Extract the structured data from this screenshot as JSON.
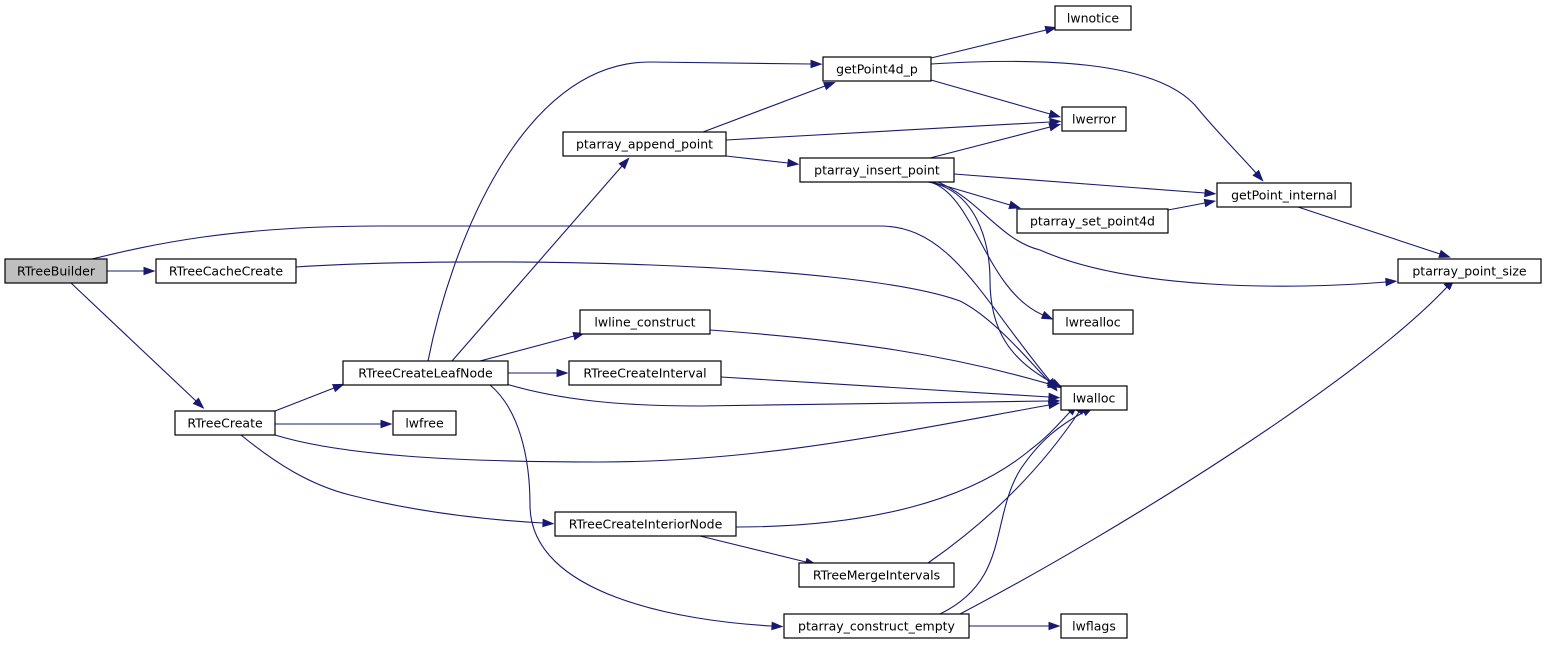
{
  "graph": {
    "colors": {
      "edge": "#191970",
      "node_fill": "#ffffff",
      "root_fill": "#bfbfbf",
      "node_border": "#000000"
    },
    "nodes": {
      "RTreeBuilder": "RTreeBuilder",
      "RTreeCacheCreate": "RTreeCacheCreate",
      "RTreeCreate": "RTreeCreate",
      "RTreeCreateLeafNode": "RTreeCreateLeafNode",
      "lwfree": "lwfree",
      "ptarray_append_point": "ptarray_append_point",
      "lwline_construct": "lwline_construct",
      "RTreeCreateInterval": "RTreeCreateInterval",
      "RTreeCreateInteriorNode": "RTreeCreateInteriorNode",
      "getPoint4d_p": "getPoint4d_p",
      "ptarray_insert_point": "ptarray_insert_point",
      "RTreeMergeIntervals": "RTreeMergeIntervals",
      "ptarray_construct_empty": "ptarray_construct_empty",
      "lwnotice": "lwnotice",
      "lwerror": "lwerror",
      "ptarray_set_point4d": "ptarray_set_point4d",
      "lwrealloc": "lwrealloc",
      "lwalloc": "lwalloc",
      "lwflags": "lwflags",
      "getPoint_internal": "getPoint_internal",
      "ptarray_point_size": "ptarray_point_size"
    },
    "edges": [
      [
        "RTreeBuilder",
        "RTreeCacheCreate"
      ],
      [
        "RTreeBuilder",
        "RTreeCreate"
      ],
      [
        "RTreeBuilder",
        "lwalloc"
      ],
      [
        "RTreeCacheCreate",
        "lwalloc"
      ],
      [
        "RTreeCreate",
        "RTreeCreateLeafNode"
      ],
      [
        "RTreeCreate",
        "lwfree"
      ],
      [
        "RTreeCreate",
        "lwalloc"
      ],
      [
        "RTreeCreate",
        "RTreeCreateInteriorNode"
      ],
      [
        "RTreeCreateLeafNode",
        "getPoint4d_p"
      ],
      [
        "RTreeCreateLeafNode",
        "ptarray_append_point"
      ],
      [
        "RTreeCreateLeafNode",
        "lwline_construct"
      ],
      [
        "RTreeCreateLeafNode",
        "RTreeCreateInterval"
      ],
      [
        "RTreeCreateLeafNode",
        "lwalloc"
      ],
      [
        "RTreeCreateLeafNode",
        "ptarray_construct_empty"
      ],
      [
        "ptarray_append_point",
        "getPoint4d_p"
      ],
      [
        "ptarray_append_point",
        "lwerror"
      ],
      [
        "ptarray_append_point",
        "ptarray_insert_point"
      ],
      [
        "getPoint4d_p",
        "lwnotice"
      ],
      [
        "getPoint4d_p",
        "lwerror"
      ],
      [
        "getPoint4d_p",
        "getPoint_internal"
      ],
      [
        "ptarray_insert_point",
        "lwerror"
      ],
      [
        "ptarray_insert_point",
        "getPoint_internal"
      ],
      [
        "ptarray_insert_point",
        "ptarray_set_point4d"
      ],
      [
        "ptarray_insert_point",
        "ptarray_point_size"
      ],
      [
        "ptarray_insert_point",
        "lwrealloc"
      ],
      [
        "ptarray_insert_point",
        "lwalloc"
      ],
      [
        "ptarray_set_point4d",
        "getPoint_internal"
      ],
      [
        "getPoint_internal",
        "ptarray_point_size"
      ],
      [
        "lwline_construct",
        "lwalloc"
      ],
      [
        "RTreeCreateInterval",
        "lwalloc"
      ],
      [
        "RTreeCreateInteriorNode",
        "lwalloc"
      ],
      [
        "RTreeCreateInteriorNode",
        "RTreeMergeIntervals"
      ],
      [
        "RTreeMergeIntervals",
        "lwalloc"
      ],
      [
        "ptarray_construct_empty",
        "lwalloc"
      ],
      [
        "ptarray_construct_empty",
        "lwflags"
      ],
      [
        "ptarray_construct_empty",
        "ptarray_point_size"
      ]
    ]
  }
}
